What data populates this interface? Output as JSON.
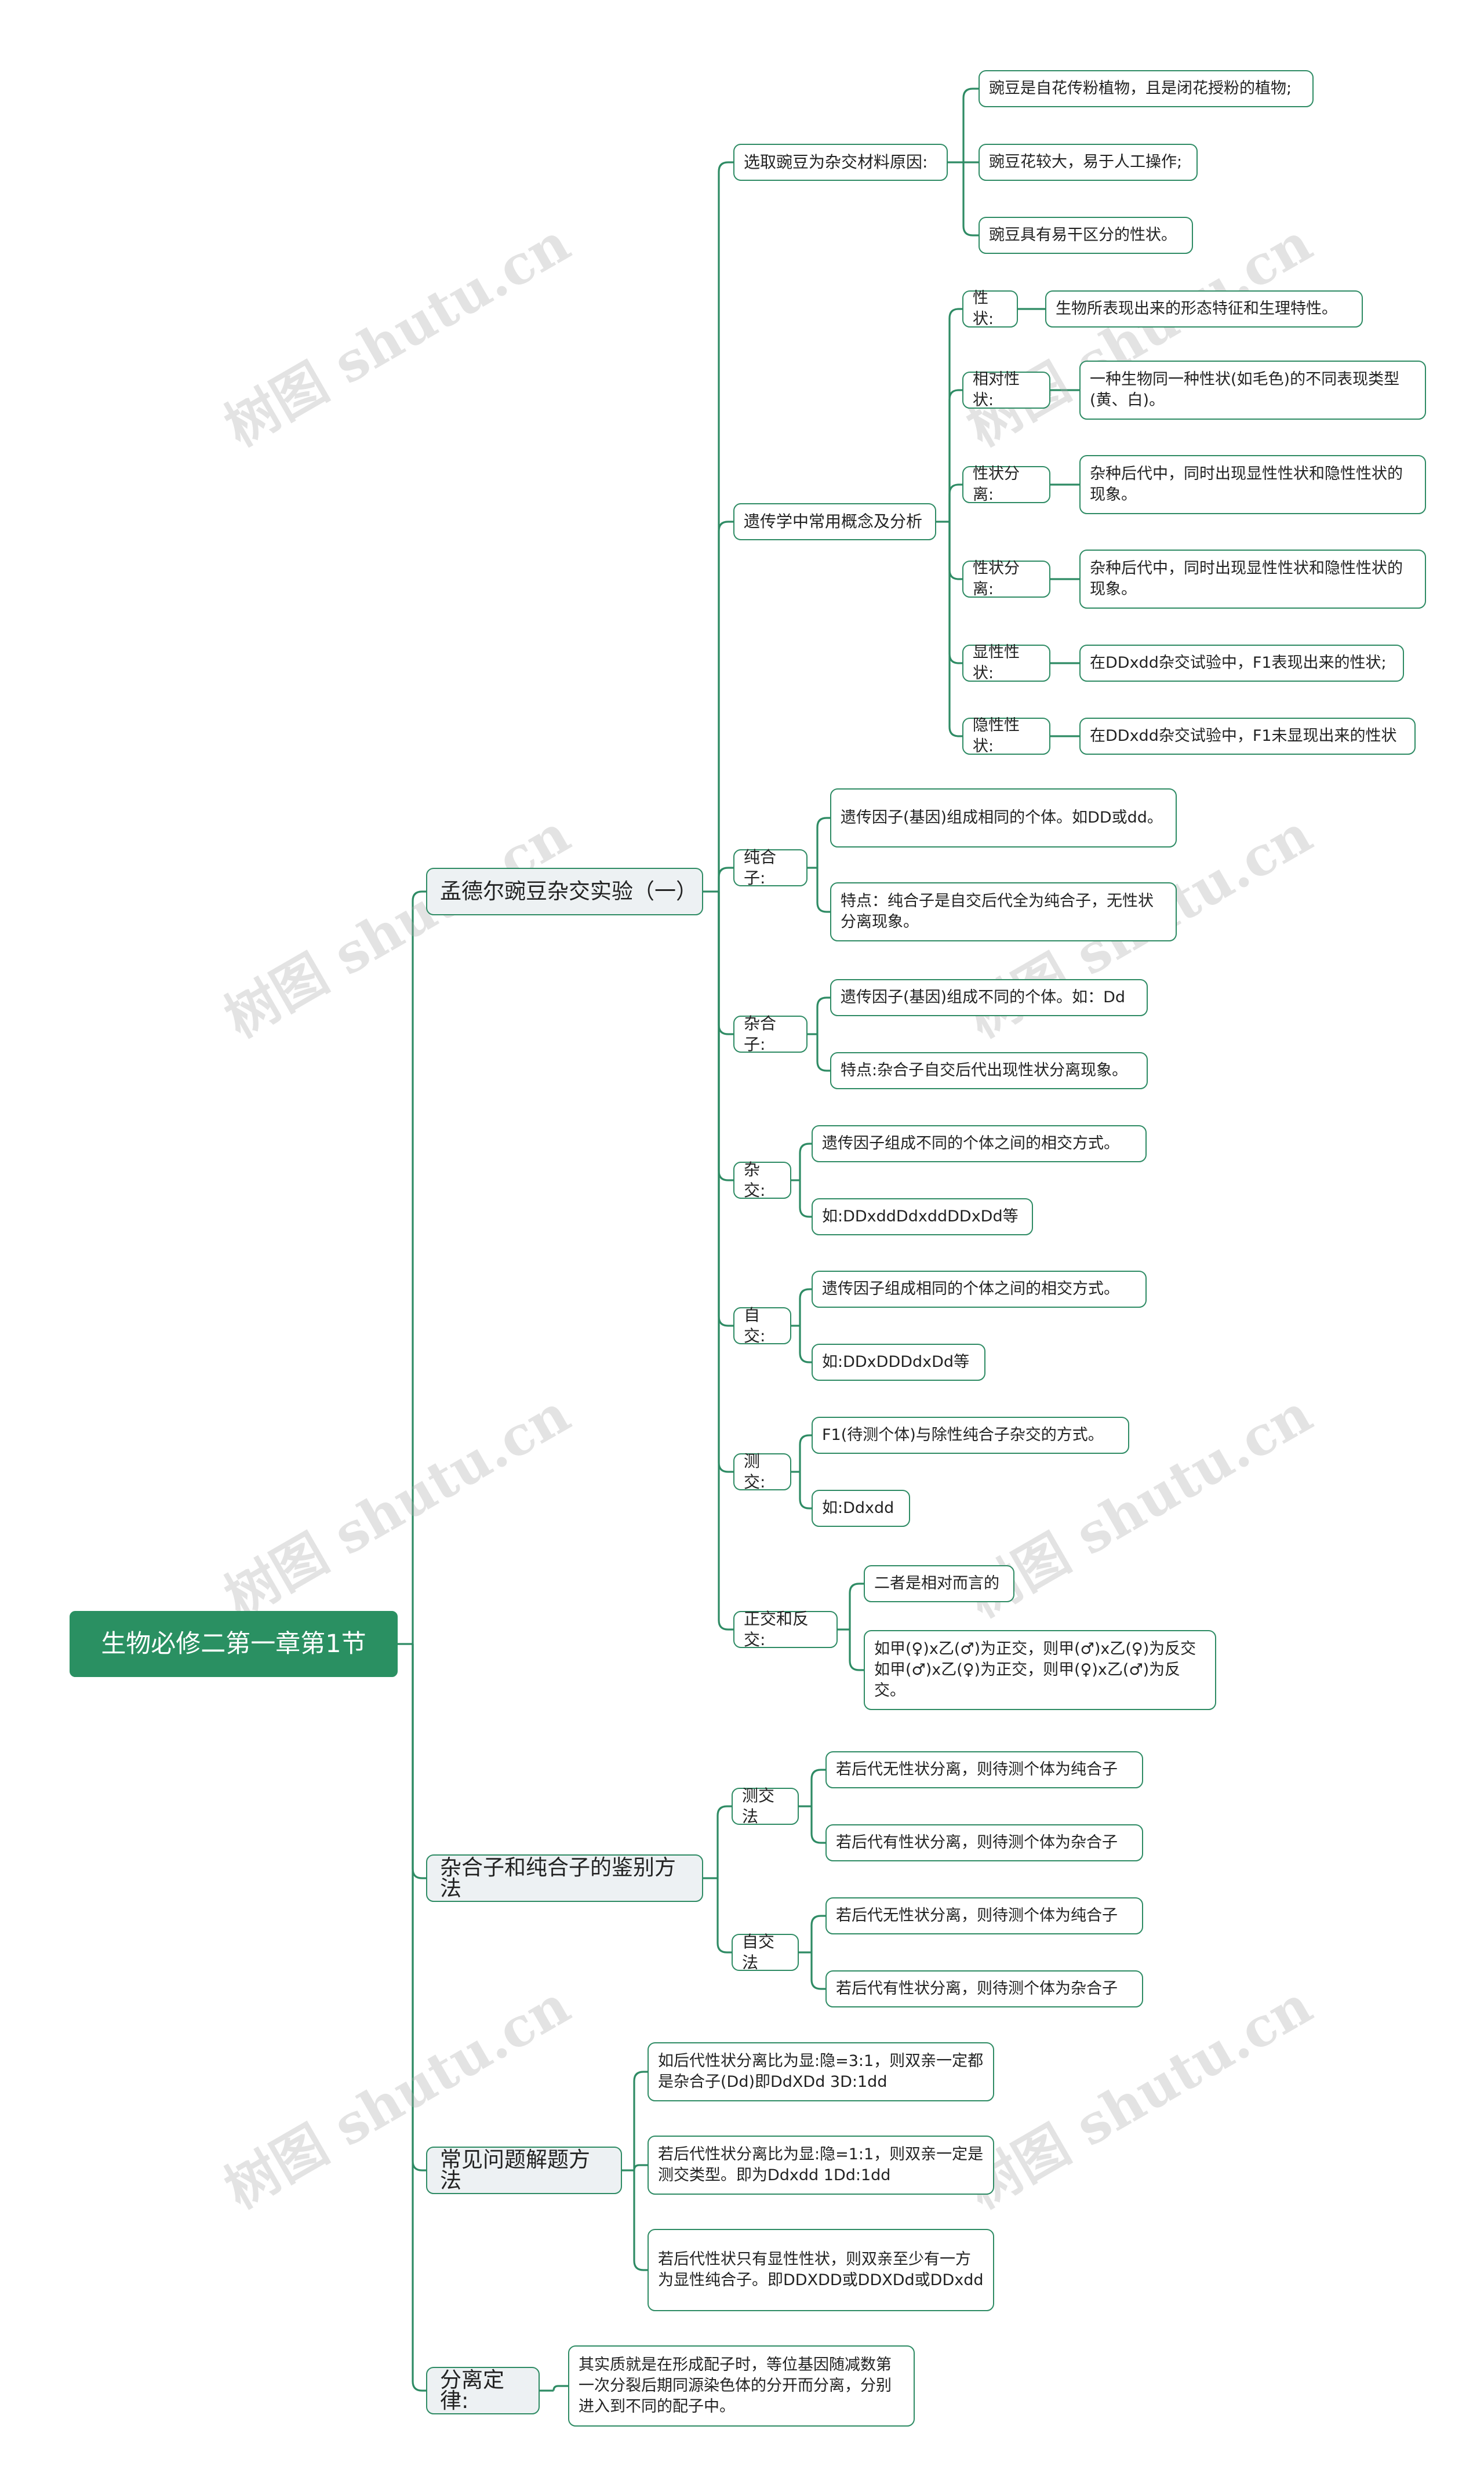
{
  "root": "生物必修二第一章第1节",
  "branches": {
    "b1": {
      "label": "孟德尔豌豆杂交实验（一）",
      "reason": {
        "label": "选取豌豆为杂交材料原因:",
        "items": [
          "豌豆是自花传粉植物，且是闭花授粉的植物;",
          "豌豆花较大，易于人工操作;",
          "豌豆具有易干区分的性状。"
        ]
      },
      "concepts": {
        "label": "遗传学中常用概念及分析",
        "items": [
          {
            "term": "性状:",
            "desc": "生物所表现出来的形态特征和生理特性。"
          },
          {
            "term": "相对性状:",
            "desc": "一种生物同一种性状(如毛色)的不同表现类型(黄、白)。"
          },
          {
            "term": "性状分离:",
            "desc": "杂种后代中，同时出现显性性状和隐性性状的现象。"
          },
          {
            "term": "性状分离:",
            "desc": "杂种后代中，同时出现显性性状和隐性性状的现象。"
          },
          {
            "term": "显性性状:",
            "desc": "在DDxdd杂交试验中，F1表现出来的性状;"
          },
          {
            "term": "隐性性状:",
            "desc": "在DDxdd杂交试验中，F1未显现出来的性状"
          }
        ]
      },
      "homozygote": {
        "label": "纯合子:",
        "items": [
          "遗传因子(基因)组成相同的个体。如DD或dd。",
          "特点：纯合子是自交后代全为纯合子，无性状分离现象。"
        ]
      },
      "heterozygote": {
        "label": "杂合子:",
        "items": [
          "遗传因子(基因)组成不同的个体。如：Dd",
          "特点:杂合子自交后代出现性状分离现象。"
        ]
      },
      "cross": {
        "label": "杂交:",
        "items": [
          "遗传因子组成不同的个体之间的相交方式。",
          "如:DDxddDdxddDDxDd等"
        ]
      },
      "selfing": {
        "label": "自交:",
        "items": [
          "遗传因子组成相同的个体之间的相交方式。",
          "如:DDxDDDdxDd等"
        ]
      },
      "testcross": {
        "label": "测交:",
        "items": [
          "F1(待测个体)与除性纯合子杂交的方式。",
          "如:Ddxdd"
        ]
      },
      "reciprocal": {
        "label": "正交和反交:",
        "items": [
          "二者是相对而言的",
          "如甲(♀)x乙(♂)为正交，则甲(♂)x乙(♀)为反交\n如甲(♂)x乙(♀)为正交，则甲(♀)x乙(♂)为反交。"
        ]
      }
    },
    "b2": {
      "label": "杂合子和纯合子的鉴别方法",
      "testcross": {
        "label": "测交法",
        "items": [
          "若后代无性状分离，则待测个体为纯合子",
          "若后代有性状分离，则待测个体为杂合子"
        ]
      },
      "selfing": {
        "label": "自交法",
        "items": [
          "若后代无性状分离，则待测个体为纯合子",
          "若后代有性状分离，则待测个体为杂合子"
        ]
      }
    },
    "b3": {
      "label": "常见问题解题方法",
      "items": [
        "如后代性状分离比为显:隐=3:1，则双亲一定都是杂合子(Dd)即DdXDd 3D:1dd",
        "若后代性状分离比为显:隐=1:1，则双亲一定是测交类型。即为Ddxdd 1Dd:1dd",
        "若后代性状只有显性性状，则双亲至少有一方为显性纯合子。即DDXDD或DDXDd或DDxdd"
      ]
    },
    "b4": {
      "label": "分离定律:",
      "items": [
        "其实质就是在形成配子时，等位基因随减数第一次分裂后期同源染色体的分开而分离，分别进入到不同的配子中。"
      ]
    }
  },
  "watermark": "树图 shutu.cn",
  "colors": {
    "line": "#2e8b64",
    "root_bg": "#2a9062",
    "l1_bg": "#edf1f3"
  }
}
